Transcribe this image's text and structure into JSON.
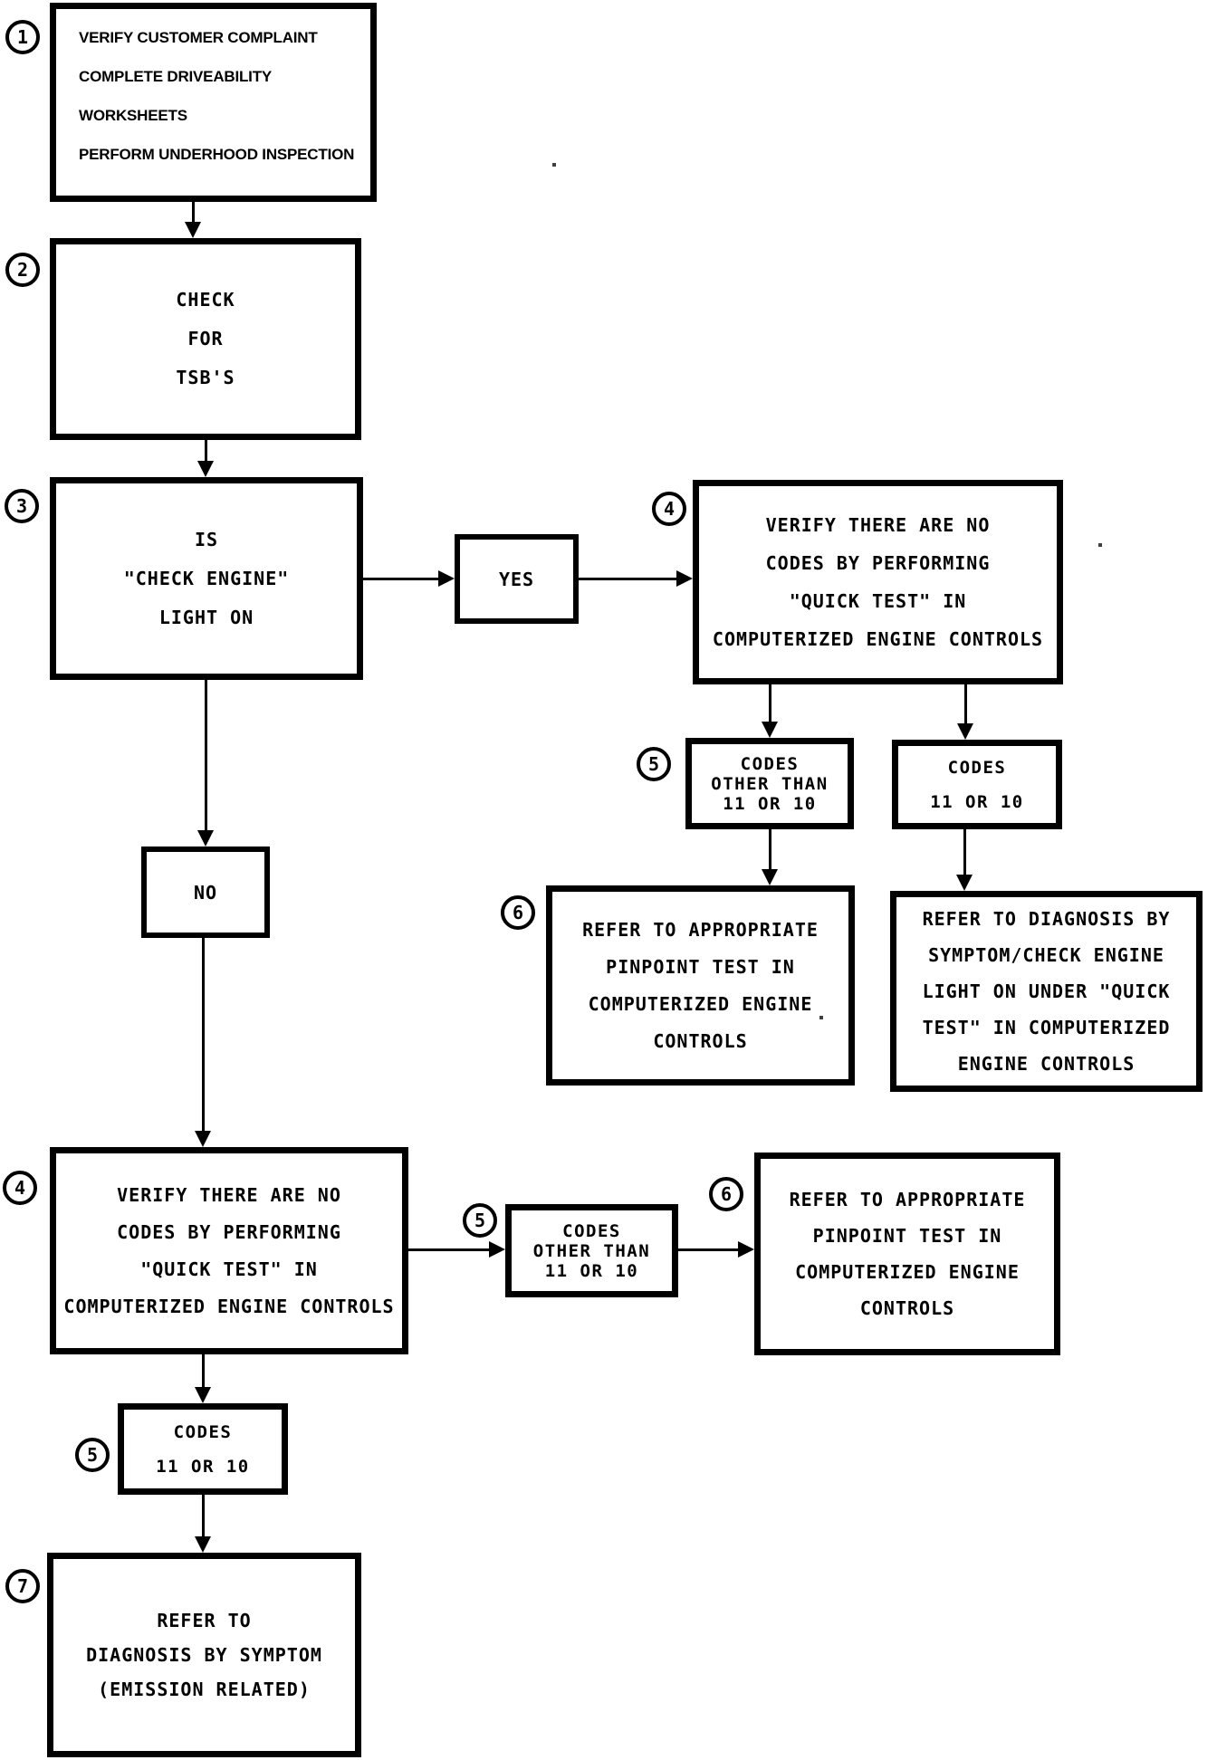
{
  "colors": {
    "ink": "#000000",
    "paper": "#ffffff"
  },
  "nodes": {
    "step1": {
      "number": "1",
      "lines": [
        "VERIFY CUSTOMER COMPLAINT",
        "COMPLETE DRIVEABILITY WORKSHEETS",
        "PERFORM UNDERHOOD INSPECTION"
      ]
    },
    "step2": {
      "number": "2",
      "lines": [
        "CHECK",
        "FOR",
        "TSB'S"
      ]
    },
    "step3": {
      "number": "3",
      "lines": [
        "IS",
        "\"CHECK ENGINE\"",
        "LIGHT ON"
      ]
    },
    "yes": {
      "label": "YES"
    },
    "no": {
      "label": "NO"
    },
    "step4_top": {
      "number": "4",
      "lines": [
        "VERIFY THERE ARE NO",
        "CODES BY PERFORMING",
        "\"QUICK TEST\" IN",
        "COMPUTERIZED ENGINE CONTROLS"
      ]
    },
    "codes_other_top": {
      "number": "5",
      "lines": [
        "CODES",
        "OTHER THAN",
        "11 OR 10"
      ]
    },
    "codes_11_10_top": {
      "lines": [
        "CODES",
        "11 OR 10"
      ]
    },
    "step6_top": {
      "number": "6",
      "lines": [
        "REFER TO APPROPRIATE",
        "PINPOINT TEST IN",
        "COMPUTERIZED ENGINE",
        "CONTROLS"
      ]
    },
    "diagnosis_right": {
      "lines": [
        "REFER TO DIAGNOSIS BY",
        "SYMPTOM/CHECK ENGINE",
        "LIGHT ON UNDER \"QUICK",
        "TEST\" IN COMPUTERIZED",
        "ENGINE CONTROLS"
      ]
    },
    "step4_bottom": {
      "number": "4",
      "lines": [
        "VERIFY THERE ARE NO",
        "CODES BY PERFORMING",
        "\"QUICK TEST\" IN",
        "COMPUTERIZED ENGINE CONTROLS"
      ]
    },
    "codes_other_bottom": {
      "number": "5",
      "lines": [
        "CODES",
        "OTHER THAN",
        "11 OR 10"
      ]
    },
    "step6_bottom": {
      "number": "6",
      "lines": [
        "REFER TO APPROPRIATE",
        "PINPOINT TEST IN",
        "COMPUTERIZED ENGINE",
        "CONTROLS"
      ]
    },
    "codes_11_10_bottom": {
      "number": "5",
      "lines": [
        "CODES",
        "11 OR 10"
      ]
    },
    "step7": {
      "number": "7",
      "lines": [
        "REFER TO",
        "DIAGNOSIS BY SYMPTOM",
        "(EMISSION RELATED)"
      ]
    }
  }
}
